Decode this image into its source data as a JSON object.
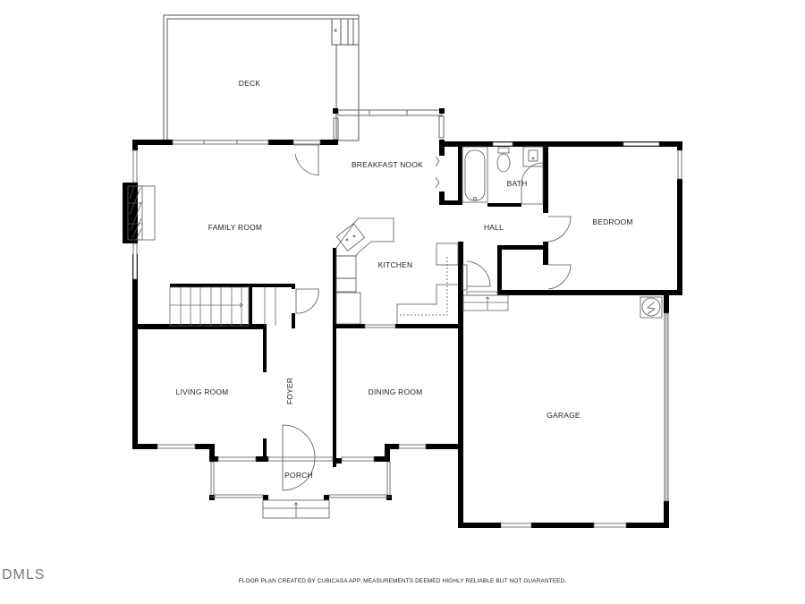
{
  "floor_plan": {
    "rooms": [
      {
        "id": "deck",
        "label": "DECK"
      },
      {
        "id": "breakfast_nook",
        "label": "BREAKFAST NOOK"
      },
      {
        "id": "bath",
        "label": "BATH"
      },
      {
        "id": "bedroom",
        "label": "BEDROOM"
      },
      {
        "id": "family_room",
        "label": "FAMILY ROOM"
      },
      {
        "id": "hall",
        "label": "HALL"
      },
      {
        "id": "kitchen",
        "label": "KITCHEN"
      },
      {
        "id": "living_room",
        "label": "LIVING ROOM"
      },
      {
        "id": "foyer",
        "label": "FOYER"
      },
      {
        "id": "dining_room",
        "label": "DINING ROOM"
      },
      {
        "id": "garage",
        "label": "GARAGE"
      },
      {
        "id": "porch",
        "label": "PORCH"
      }
    ],
    "colors": {
      "wall": "#000000",
      "line": "#555555",
      "background": "#ffffff"
    }
  },
  "footer": {
    "disclaimer": "FLOOR PLAN CREATED BY CUBICASA APP. MEASUREMENTS DEEMED HIGHLY RELIABLE BUT NOT GUARANTEED.",
    "watermark": "DMLS"
  }
}
